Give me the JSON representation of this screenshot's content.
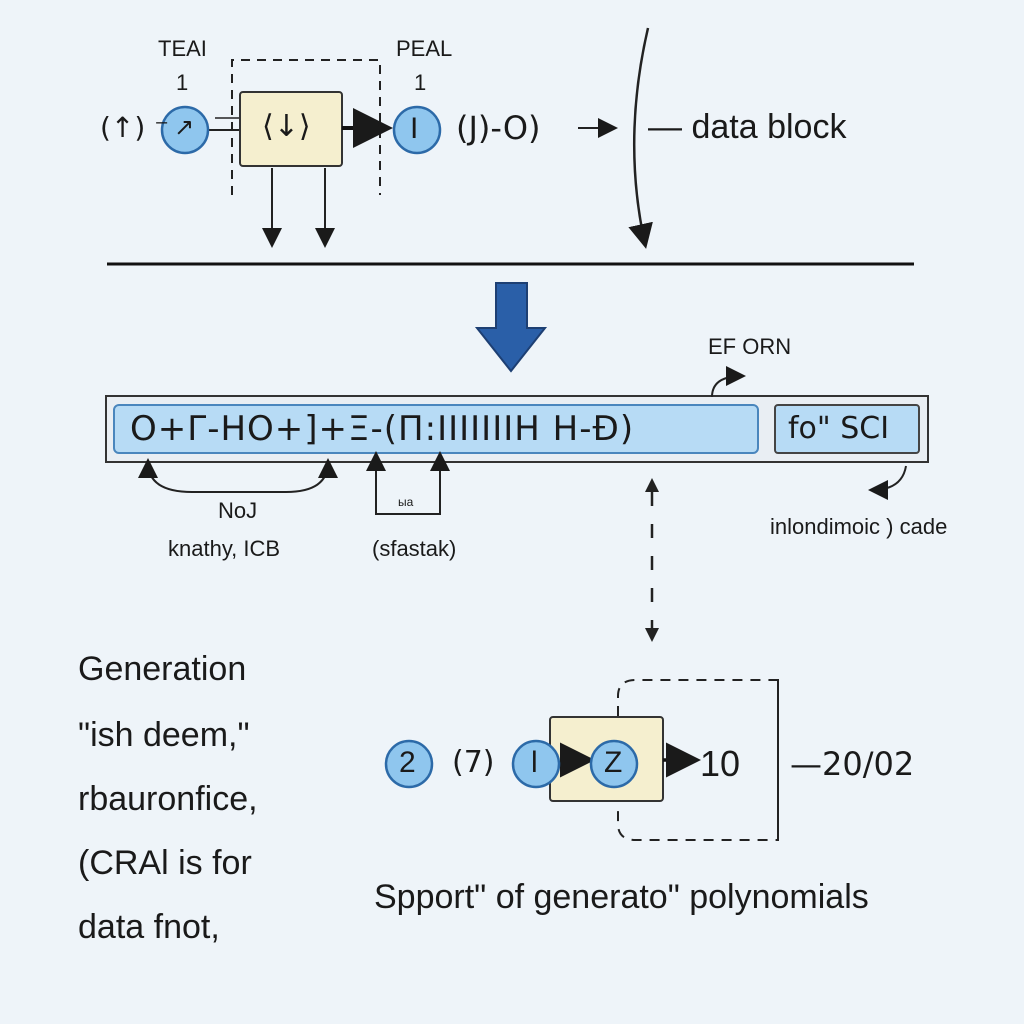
{
  "top": {
    "label_teai": "TEAI",
    "label_teai_num": "1",
    "label_peal": "PEAL",
    "label_peal_num": "1",
    "input_symbol": "(↑) ⁻",
    "circle_left": "↗",
    "box_top": "⟨↓⟩",
    "circle_right": "I",
    "output_symbol": "(J)-O)",
    "arrow_mark": "→",
    "data_block": "— data block"
  },
  "register": {
    "header": "EF ORN",
    "main_cells": "O+Γ-HO+]+Ξ-(Π:ΙΙΙΙΙΙΙH H-Đ)",
    "side_cell": "fo\" SCI",
    "label_noj": "NoJ",
    "label_knathy": "knathy, ICB",
    "label_small_box": "ыа",
    "label_sfastak": "(sfastak)",
    "label_inlond": "inlondimoic ) cade"
  },
  "bottom": {
    "circle_a": "2",
    "mid_symbol": "(7)",
    "circle_b": "l",
    "circle_c": "Z",
    "output_value": "10",
    "output_code": "—20/02",
    "caption": "Spport\" of generato\" polynomials"
  },
  "sidebar": {
    "lines": [
      "Generation",
      "\"ish deem,\"",
      "rbauronfice,",
      "(CRAl is for",
      "data fnot,"
    ]
  },
  "colors": {
    "circle_fill": "#8fc6ee",
    "box_fill": "#f5efcf",
    "register_fill": "#b7dbf5",
    "down_arrow": "#2a5fa8",
    "background": "#eef4f9"
  }
}
